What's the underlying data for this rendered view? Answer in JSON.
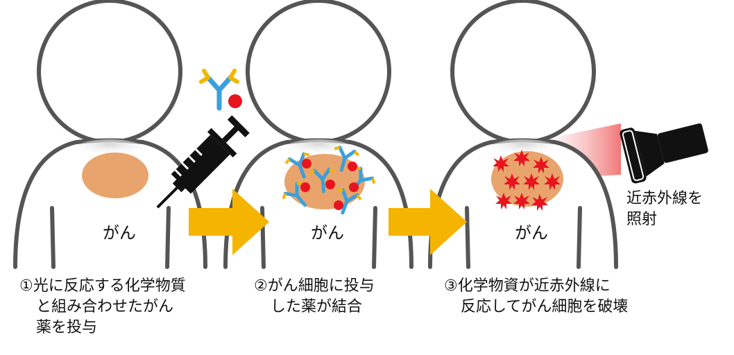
{
  "panels": [
    {
      "cancer_label": "がん",
      "caption_lines": [
        "①光に反応する化学物質",
        "と組み合わせたがん",
        "薬を投与"
      ]
    },
    {
      "cancer_label": "がん",
      "caption_lines": [
        "②がん細胞に投与",
        "した薬が結合"
      ]
    },
    {
      "cancer_label": "がん",
      "caption_lines": [
        "③化学物資が近赤外線に",
        "反応してがん細胞を破壊"
      ]
    }
  ],
  "light_label_lines": [
    "近赤外線を",
    "照射"
  ],
  "colors": {
    "outline": "#555555",
    "tumor": "#e8a46c",
    "arrow": "#f4b400",
    "drug_red": "#e8141e",
    "antibody_blue": "#3aa0dc",
    "antibody_yellow": "#f2b600",
    "syringe": "#111111",
    "laser": "#f08a8a"
  },
  "icons": [
    "person-outline",
    "syringe-icon",
    "antibody-icon",
    "flashlight-icon",
    "starburst-icon",
    "arrow-icon"
  ]
}
